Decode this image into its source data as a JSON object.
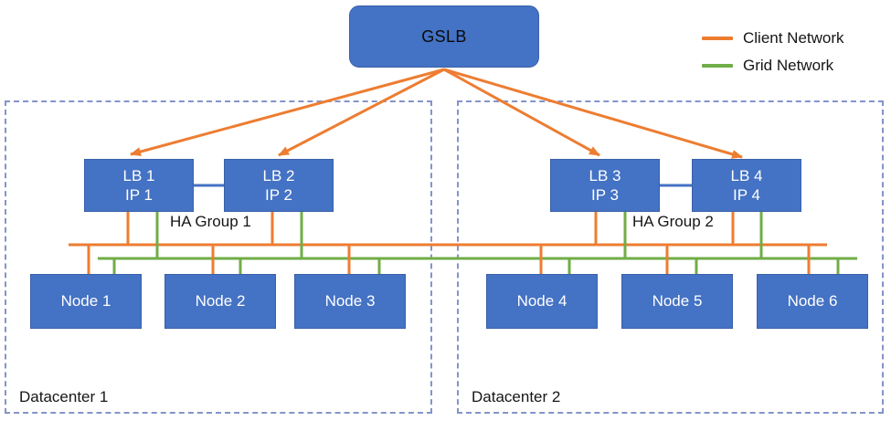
{
  "gslb": {
    "label": "GSLB"
  },
  "legend": {
    "items": [
      {
        "id": "client-network",
        "label": "Client Network",
        "color": "#ED7D31"
      },
      {
        "id": "grid-network",
        "label": "Grid Network",
        "color": "#70AD47"
      }
    ]
  },
  "datacenters": [
    {
      "label": "Datacenter 1",
      "ha_group_label": "HA Group 1",
      "load_balancers": [
        {
          "name": "LB 1",
          "ip": "IP 1"
        },
        {
          "name": "LB 2",
          "ip": "IP 2"
        }
      ],
      "nodes": [
        {
          "label": "Node 1"
        },
        {
          "label": "Node 2"
        },
        {
          "label": "Node 3"
        }
      ]
    },
    {
      "label": "Datacenter 2",
      "ha_group_label": "HA Group 2",
      "load_balancers": [
        {
          "name": "LB 3",
          "ip": "IP 3"
        },
        {
          "name": "LB 4",
          "ip": "IP 4"
        }
      ],
      "nodes": [
        {
          "label": "Node 4"
        },
        {
          "label": "Node 5"
        },
        {
          "label": "Node 6"
        }
      ]
    }
  ],
  "colors": {
    "client_network": "#ED7D31",
    "grid_network": "#70AD47",
    "box_fill": "#4472C4",
    "box_border": "#3A60A9",
    "ha_link": "#4472C4",
    "datacenter_border": "#8494C9"
  }
}
